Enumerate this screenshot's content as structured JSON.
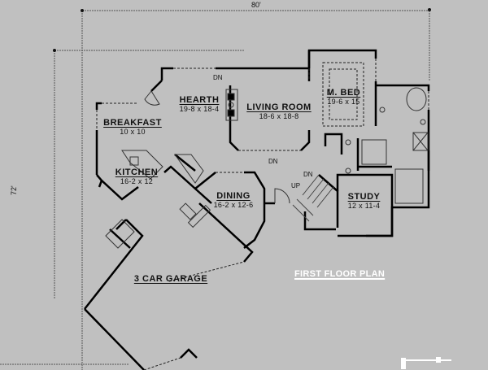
{
  "plan": {
    "title": "FIRST FLOOR PLAN",
    "overall_width": "80'",
    "overall_depth": "72'",
    "colors": {
      "background": "#c0c0c0",
      "walls": "#000000",
      "title": "#ffffff"
    },
    "rooms": [
      {
        "name": "HEARTH",
        "dims": "19-8 x 18-4"
      },
      {
        "name": "LIVING ROOM",
        "dims": "18-6 x 18-8"
      },
      {
        "name": "M. BED",
        "dims": "19-6 x 15"
      },
      {
        "name": "BREAKFAST",
        "dims": "10 x 10"
      },
      {
        "name": "KITCHEN",
        "dims": "16-2 x 12"
      },
      {
        "name": "DINING",
        "dims": "16-2 x 12-6"
      },
      {
        "name": "STUDY",
        "dims": "12 x 11-4"
      },
      {
        "name": "3 CAR GARAGE",
        "dims": ""
      }
    ],
    "stair_labels": {
      "dn_hearth": "DN",
      "dn_living": "DN",
      "dn_stair": "DN",
      "up_stair": "UP"
    }
  }
}
